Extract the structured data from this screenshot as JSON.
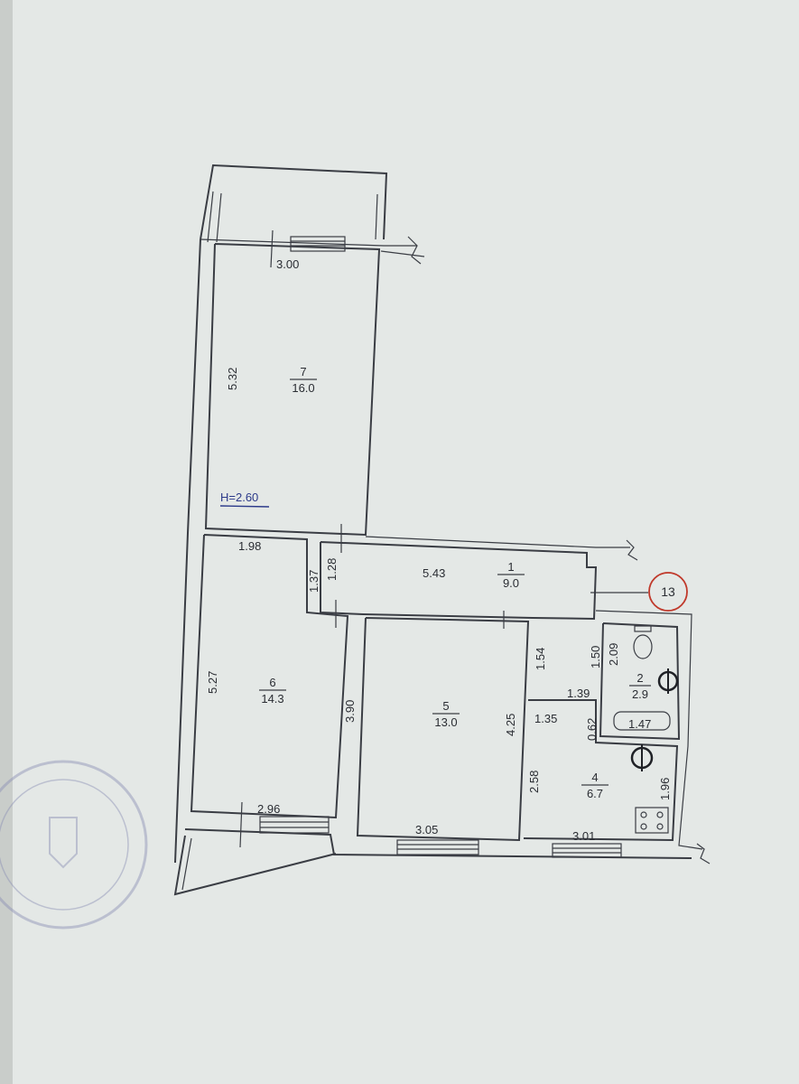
{
  "colors": {
    "paper": "#e4e8e6",
    "ink": "#3a3d44",
    "stamp": "#8a8fb4",
    "marker": "#c0392b",
    "height_label": "#2c3a8a"
  },
  "plan": {
    "height_label": "H=2.60",
    "marker": "13",
    "rooms": [
      {
        "id": "7",
        "number": "7",
        "area": "16.0"
      },
      {
        "id": "6",
        "number": "6",
        "area": "14.3"
      },
      {
        "id": "5",
        "number": "5",
        "area": "13.0"
      },
      {
        "id": "1",
        "number": "1",
        "area": "9.0"
      },
      {
        "id": "2",
        "number": "2",
        "area": "2.9"
      },
      {
        "id": "4",
        "number": "4",
        "area": "6.7"
      }
    ],
    "dimensions": [
      "3.00",
      "5.32",
      "1.98",
      "1.37",
      "1.28",
      "5.43",
      "5.27",
      "3.90",
      "1.54",
      "4.25",
      "1.50",
      "2.09",
      "1.39",
      "1.35",
      "0.62",
      "1.47",
      "2.58",
      "1.96",
      "2.96",
      "3.05",
      "3.01"
    ]
  }
}
